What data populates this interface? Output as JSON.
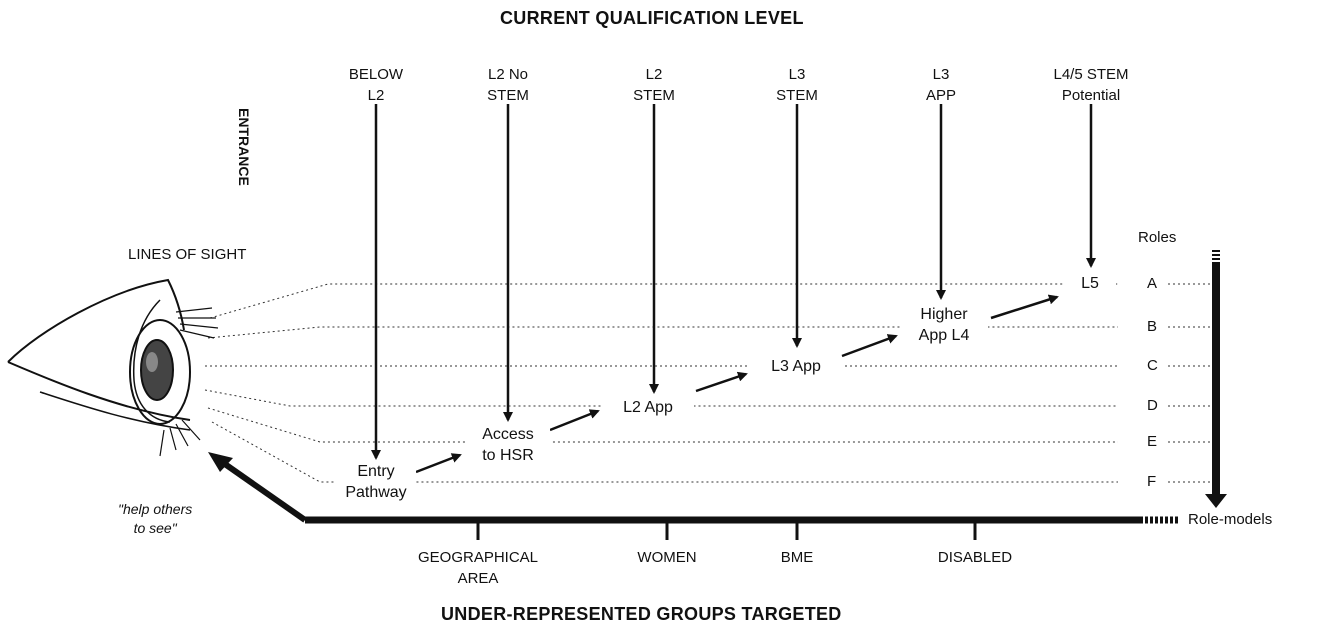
{
  "top_title": "CURRENT QUALIFICATION LEVEL",
  "bottom_title": "UNDER-REPRESENTED GROUPS TARGETED",
  "entrance_label": "ENTRANCE",
  "lines_of_sight_label": "LINES OF SIGHT",
  "eye_quote": [
    "\"help others",
    "to see\""
  ],
  "qualification_levels": [
    [
      "BELOW",
      "L2"
    ],
    [
      "L2 No",
      "STEM"
    ],
    [
      "L2",
      "STEM"
    ],
    [
      "L3",
      "STEM"
    ],
    [
      "L3",
      "APP"
    ],
    [
      "L4/5 STEM",
      "Potential"
    ]
  ],
  "pathway_nodes": [
    [
      "Entry",
      "Pathway"
    ],
    [
      "Access",
      "to HSR"
    ],
    [
      "L2 App"
    ],
    [
      "L3 App"
    ],
    [
      "Higher",
      "App L4"
    ],
    [
      "L5"
    ]
  ],
  "roles_label": "Roles",
  "roles": [
    "A",
    "B",
    "C",
    "D",
    "E",
    "F"
  ],
  "role_models_label": "Role-models",
  "groups": [
    [
      "GEOGRAPHICAL",
      "AREA"
    ],
    [
      "WOMEN"
    ],
    [
      "BME"
    ],
    [
      "DISABLED"
    ]
  ]
}
